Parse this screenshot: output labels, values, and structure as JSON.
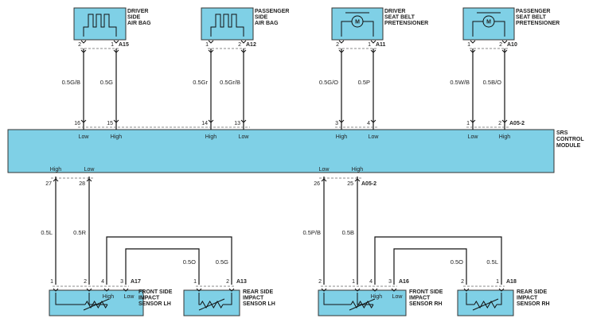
{
  "module": {
    "name_lines": [
      "SRS",
      "CONTROL",
      "MODULE"
    ]
  },
  "top_components": [
    {
      "id": "drv-airbag",
      "name_lines": [
        "DRIVER",
        "SIDE",
        "AIR BAG"
      ],
      "type": "airbag",
      "connector": "A15",
      "pins": [
        "2",
        "1"
      ],
      "wires": [
        "0.5G/B",
        "0.5G"
      ],
      "module_pins": [
        "16",
        "15"
      ],
      "signals": [
        "Low",
        "High"
      ]
    },
    {
      "id": "pass-airbag",
      "name_lines": [
        "PASSENGER",
        "SIDE",
        "AIR BAG"
      ],
      "type": "airbag",
      "connector": "A12",
      "pins": [
        "1",
        "2"
      ],
      "wires": [
        "0.5Gr",
        "0.5Gr/B"
      ],
      "module_pins": [
        "14",
        "13"
      ],
      "signals": [
        "High",
        "Low"
      ]
    },
    {
      "id": "drv-pretensioner",
      "name_lines": [
        "DRIVER",
        "SEAT BELT",
        "PRETENSIONER"
      ],
      "type": "motor",
      "connector": "A11",
      "pins": [
        "2",
        "1"
      ],
      "wires": [
        "0.5G/O",
        "0.5P"
      ],
      "module_pins": [
        "3",
        "4"
      ],
      "signals": [
        "High",
        "Low"
      ]
    },
    {
      "id": "pass-pretensioner",
      "name_lines": [
        "PASSENGER",
        "SEAT BELT",
        "PRETENSIONER"
      ],
      "type": "motor",
      "connector": "A10",
      "pins": [
        "1",
        "2"
      ],
      "wires": [
        "0.5W/B",
        "0.5B/O"
      ],
      "module_pins": [
        "1",
        "2"
      ],
      "signals": [
        "Low",
        "High"
      ]
    }
  ],
  "top_module_connector": "A05-2",
  "motor_symbol": "M",
  "bottom_groups": [
    {
      "id": "lh",
      "module_pins": [
        "27",
        "28"
      ],
      "signals": [
        "High",
        "Low"
      ],
      "wires": [
        "0.5L",
        "0.5R"
      ],
      "front": {
        "name_lines": [
          "FRONT SIDE",
          "IMPACT",
          "SENSOR LH"
        ],
        "connector": "A17",
        "pins": [
          "1",
          "2",
          "4",
          "3"
        ],
        "pin_signals": [
          "High",
          "Low"
        ]
      },
      "rear": {
        "name_lines": [
          "REAR SIDE",
          "IMPACT",
          "SENSOR LH"
        ],
        "connector": "A13",
        "pins": [
          "1",
          "2"
        ],
        "wires": [
          "0.5O",
          "0.5G"
        ]
      }
    },
    {
      "id": "rh",
      "module_pins": [
        "26",
        "25"
      ],
      "signals": [
        "Low",
        "High"
      ],
      "wires": [
        "0.5P/B",
        "0.5B"
      ],
      "front": {
        "name_lines": [
          "FRONT SIDE",
          "IMPACT",
          "SENSOR RH"
        ],
        "connector": "A16",
        "pins": [
          "2",
          "1",
          "4",
          "3"
        ],
        "pin_signals": [
          "High",
          "Low"
        ]
      },
      "rear": {
        "name_lines": [
          "REAR SIDE",
          "IMPACT",
          "SENSOR RH"
        ],
        "connector": "A18",
        "pins": [
          "2",
          "1"
        ],
        "wires": [
          "0.5O",
          "0.5L"
        ]
      }
    }
  ],
  "bottom_module_connector": "A05-2"
}
